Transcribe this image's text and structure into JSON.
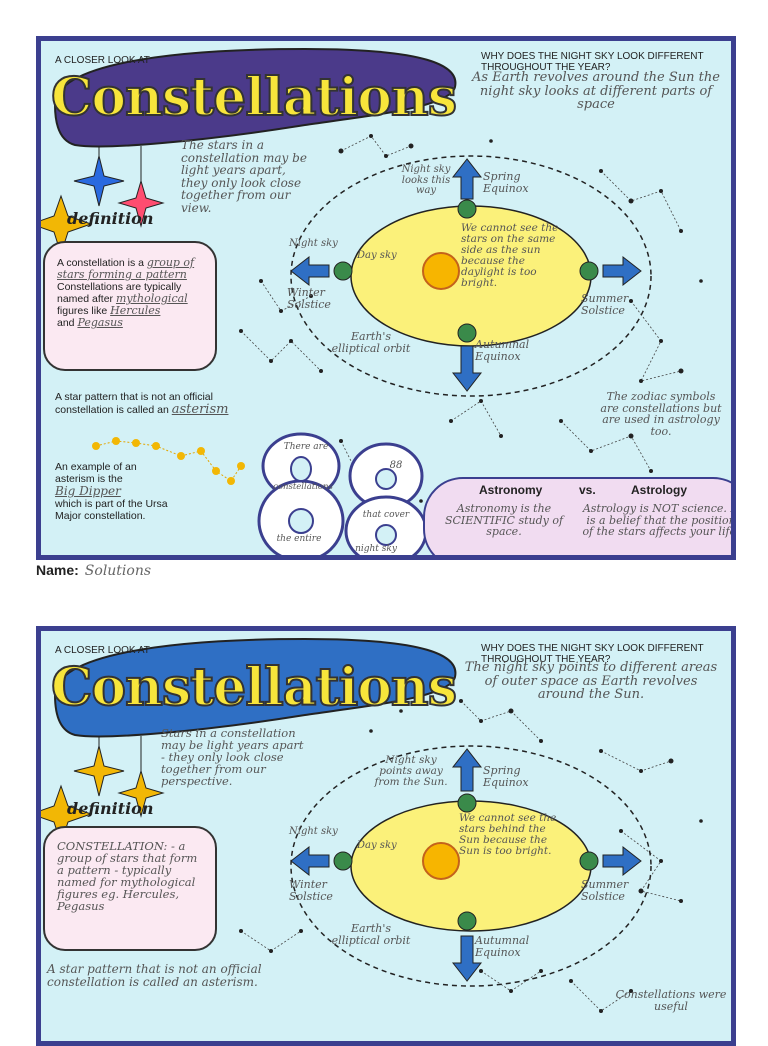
{
  "sheet1": {
    "subtitle": "A CLOSER LOOK AT",
    "title": "Constellations",
    "question": "WHY DOES THE NIGHT SKY LOOK DIFFERENT THROUGHOUT THE YEAR?",
    "answer": "As Earth revolves around the Sun the night sky looks at different parts of space",
    "stars_note": "The stars in a constellation may be light years apart, they only look close together from our view.",
    "definition_tag": "definition",
    "def_line1": "A constellation is a",
    "def_fill1": "group of stars forming a pattern",
    "def_line2": "Constellations are typically named after",
    "def_fill2": "mythological",
    "def_line3": "figures like",
    "def_fill3": "Hercules",
    "def_line4": "and",
    "def_fill4": "Pegasus",
    "asterism_line": "A star pattern that is not an official constellation is called an",
    "asterism_fill": "asterism",
    "example_line": "An example of an asterism is the",
    "example_fill": "Big Dipper",
    "example_tail": "which is part of the Ursa Major constellation.",
    "orbit": {
      "night_sky_top": "Night sky looks this way",
      "spring": "Spring Equinox",
      "night_sky_left": "Night sky",
      "day_sky": "Day sky",
      "center_note": "We cannot see the stars on the same side as the sun because the daylight is too bright.",
      "winter": "Winter Solstice",
      "summer": "Summer Solstice",
      "orbit_label": "Earth's elliptical orbit",
      "autumnal": "Autumnal Equinox"
    },
    "zodiac_note": "The zodiac symbols are constellations but are used in astrology too.",
    "big_number": "88",
    "n88_a": "There are",
    "n88_b": "constellations",
    "n88_c": "the entire",
    "n88_d": "88",
    "n88_e": "that cover",
    "n88_f": "night sky",
    "astronomy_label": "Astronomy",
    "vs_label": "vs.",
    "astrology_label": "Astrology",
    "astronomy_text": "Astronomy is the SCIENTIFIC study of space.",
    "astrology_text": "Astrology is NOT science. It is a belief that the position of the stars affects your life.",
    "name_label": "Name:",
    "name_value": "Solutions"
  },
  "sheet2": {
    "subtitle": "A CLOSER LOOK AT",
    "title": "Constellations",
    "question": "WHY DOES THE NIGHT SKY LOOK DIFFERENT THROUGHOUT THE YEAR?",
    "answer": "The night sky points to different areas of outer space as Earth revolves around the Sun.",
    "stars_note": "Stars in a constellation may be light years apart - they only look close together from our perspective.",
    "definition_tag": "definition",
    "def_text": "CONSTELLATION: - a group of stars that form a pattern - typically named for mythological figures eg. Hercules, Pegasus",
    "asterism_text": "A star pattern that is not an official constellation is called an asterism.",
    "orbit": {
      "night_sky_top": "Night sky points away from the Sun.",
      "spring": "Spring Equinox",
      "night_sky_left": "Night sky",
      "day_sky": "Day sky",
      "center_note": "We cannot see the stars behind the Sun because the Sun is too bright.",
      "winter": "Winter Solstice",
      "summer": "Summer Solstice",
      "orbit_label": "Earth's elliptical orbit",
      "autumnal": "Autumnal Equinox"
    },
    "corner_note": "Constellations were useful"
  },
  "colors": {
    "sheet_bg": "#d3f1f6",
    "border": "#3b3f8f",
    "header1": "#4b3a8a",
    "header2": "#2f6fc4",
    "title_fill": "#f7e53b",
    "sun_ellipse": "#fbf17a",
    "sun": "#f7b500",
    "arrow": "#2f6fc4",
    "def_box": "#fbe9f2",
    "compare_box": "#f1dcf1"
  }
}
